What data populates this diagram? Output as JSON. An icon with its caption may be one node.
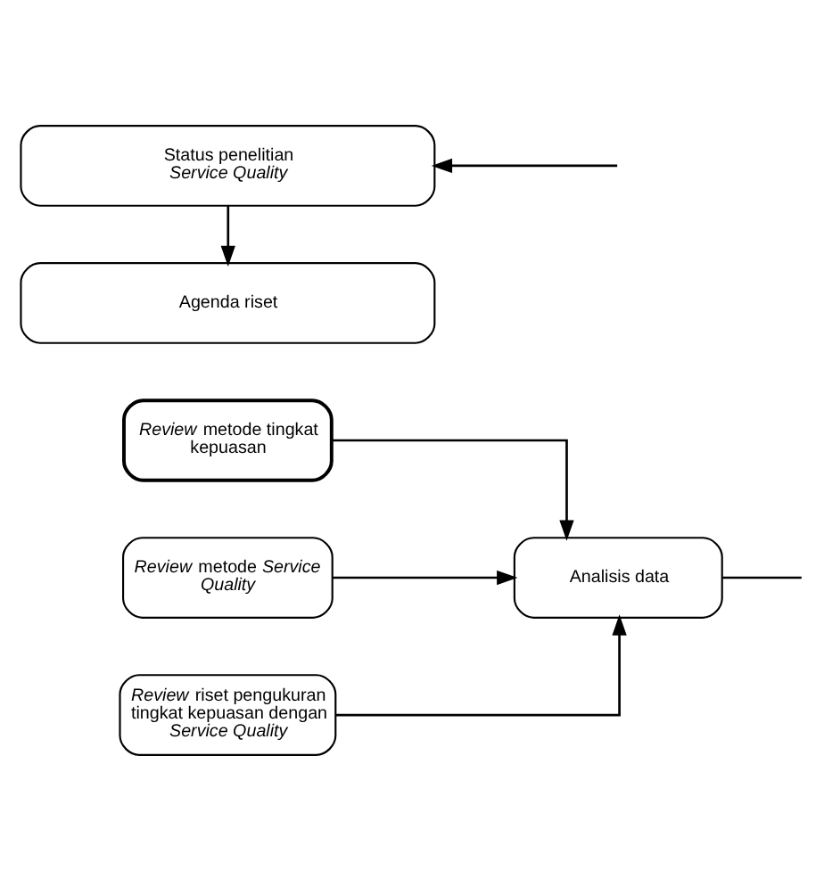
{
  "diagram": {
    "nodes": [
      {
        "text": [
          "*Review* metode tingkat kepuasan"
        ]
      },
      {
        "text": [
          "*Review* metode *Service Quality*"
        ]
      },
      {
        "text": [
          "*Review* riset pengukuran tingkat kepuasan dengan *Service Quality*"
        ]
      },
      {
        "text": [
          "Analisis data"
        ]
      },
      {
        "text": [
          "Status penelitian *Service Quality*"
        ]
      },
      {
        "text": [
          "Agenda riset"
        ]
      }
    ],
    "edges": [
      {
        "from": 0,
        "to": 3,
        "arrow": "to"
      },
      {
        "from": 1,
        "to": 3,
        "arrow": "to"
      },
      {
        "from": 2,
        "to": 3,
        "arrow": "to"
      },
      {
        "from": 3,
        "to": null,
        "arrow": "none"
      },
      {
        "from": null,
        "to": 4,
        "arrow": "to"
      },
      {
        "from": 4,
        "to": 5,
        "arrow": "to"
      }
    ]
  }
}
